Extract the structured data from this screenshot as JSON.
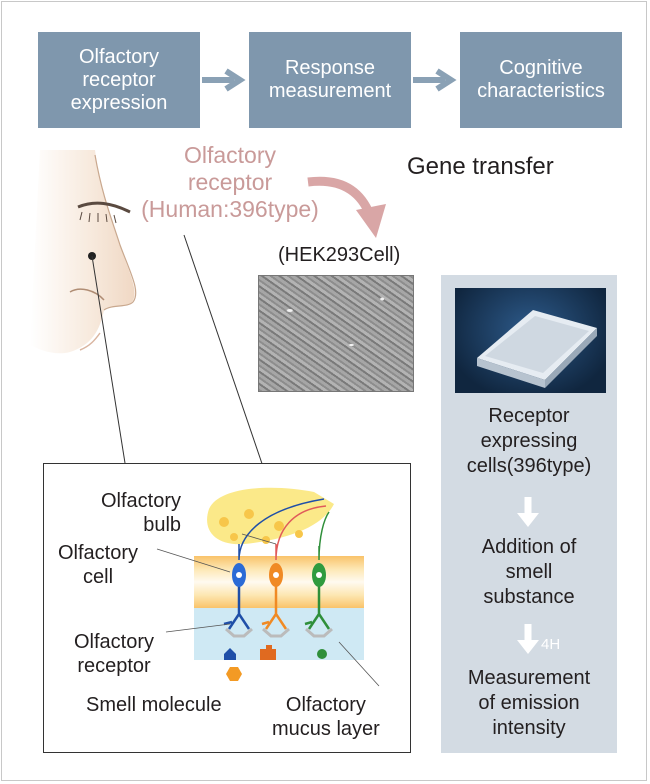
{
  "flow": {
    "steps": [
      "Olfactory\nreceptor\nexpression",
      "Response\nmeasurement",
      "Cognitive\ncharacteristics"
    ]
  },
  "receptor_label": "Olfactory\nreceptor\n(Human:396type)",
  "gene_transfer": "Gene transfer",
  "hek_label": "(HEK293Cell)",
  "panel": {
    "items": [
      "Receptor\nexpressing\ncells(396type)",
      "Addition of\nsmell\nsubstance",
      "Measurement\nof emission\nintensity"
    ],
    "duration": "4H"
  },
  "detail": {
    "bulb": "Olfactory\nbulb",
    "cell": "Olfactory\ncell",
    "receptor": "Olfactory\nreceptor",
    "smell_molecule": "Smell molecule",
    "mucus": "Olfactory\nmucus layer"
  },
  "colors": {
    "step_box": "#7f97ad",
    "accent_arrow": "#d9a6a6",
    "panel_bg": "#d3dbe3",
    "neuron_blue": "#1f4fa8",
    "neuron_orange": "#f08a24",
    "neuron_green": "#2f8f3a"
  }
}
